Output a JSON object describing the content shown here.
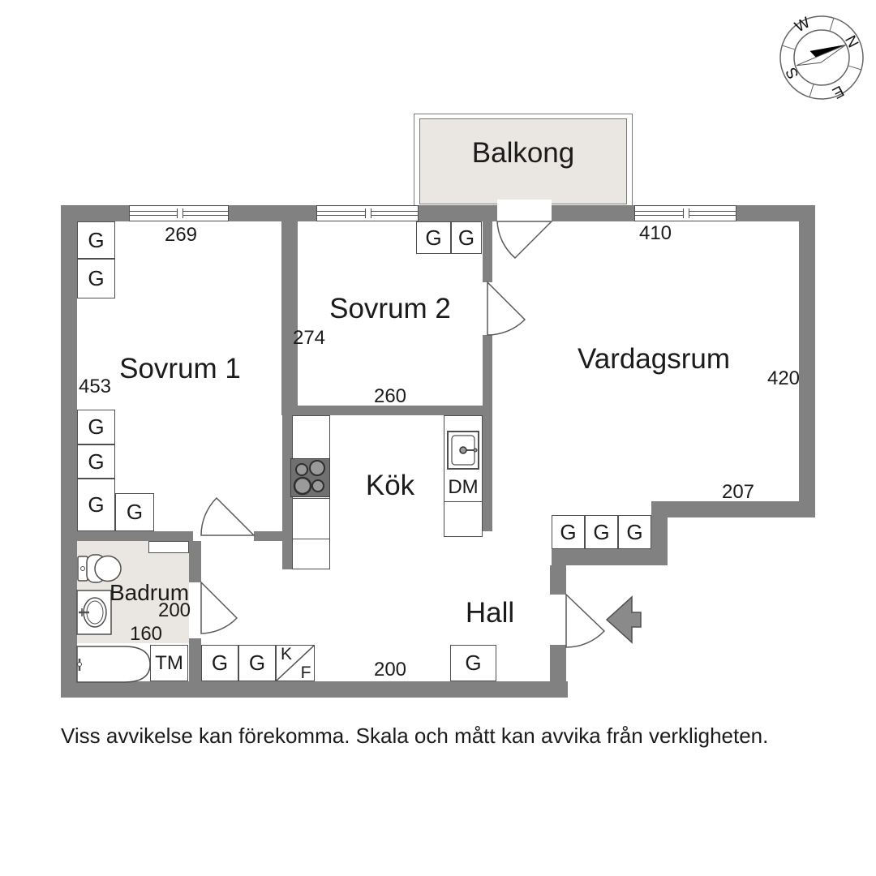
{
  "plan": {
    "rooms": {
      "balcony": "Balkong",
      "bedroom1": "Sovrum 1",
      "bedroom2": "Sovrum 2",
      "living_room": "Vardagsrum",
      "kitchen": "Kök",
      "hall": "Hall",
      "bathroom": "Badrum"
    },
    "dimensions": {
      "bedroom1_top": "269",
      "bedroom1_left": "453",
      "bedroom2_left": "274",
      "bedroom2_bottom": "260",
      "living_top": "410",
      "living_right": "420",
      "living_bottom": "207",
      "bathroom_right": "200",
      "bathroom_bottom": "160",
      "hall_bottom": "200"
    },
    "labels": {
      "wardrobe": "G",
      "washing_machine": "TM",
      "dishwasher": "DM",
      "fridge": "K",
      "freezer": "F"
    },
    "compass": {
      "north": "N",
      "east": "E",
      "south": "S",
      "west": "W"
    },
    "disclaimer": "Viss avvikelse kan förekomma. Skala och mått kan avvika från verkligheten.",
    "colors": {
      "wall": "#818181",
      "bathroom_floor": "#eae6e1",
      "balcony_floor": "#eae6e1",
      "outline": "#4f4f4f",
      "entry_arrow": "#8a8a8a"
    }
  }
}
